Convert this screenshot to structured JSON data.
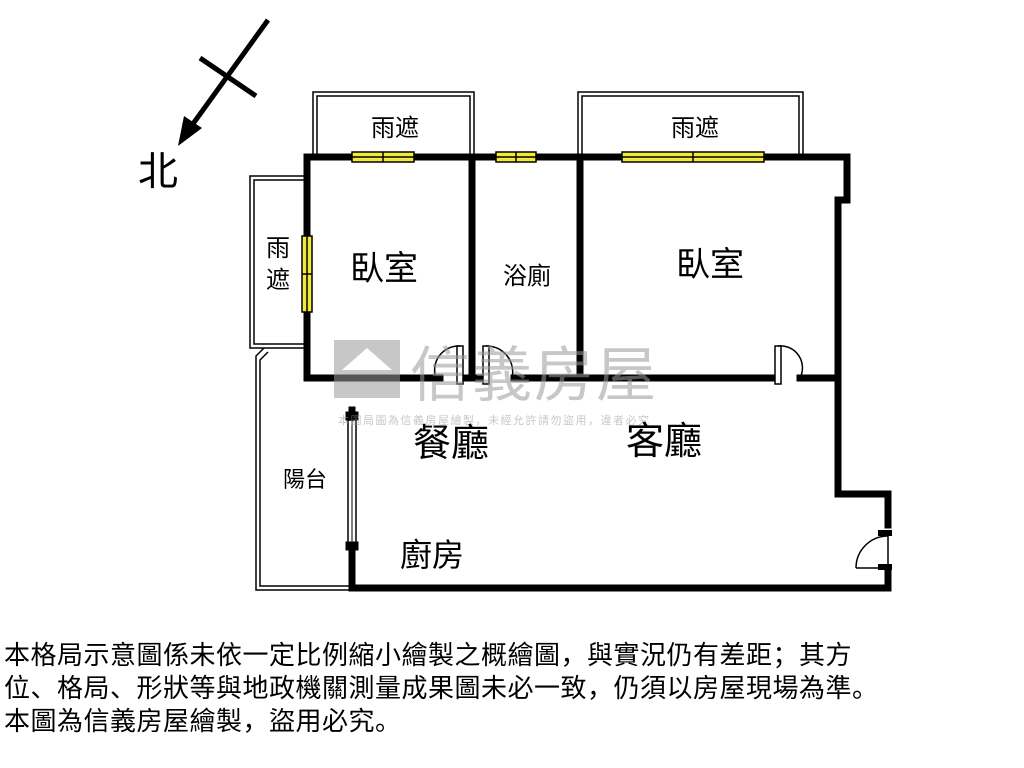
{
  "compass": {
    "label": "北"
  },
  "rooms": {
    "canopy_top_left": "雨遮",
    "canopy_top_right": "雨遮",
    "canopy_left_top": "雨",
    "canopy_left_bottom": "遮",
    "bedroom_left": "臥室",
    "bathroom": "浴廁",
    "bedroom_right": "臥室",
    "dining": "餐廳",
    "living": "客廳",
    "balcony": "陽台",
    "kitchen": "廚房"
  },
  "watermark": {
    "brand": "信義房屋",
    "subtext": "本圖局圖為信義房屋繪製，未經允許請勿盜用，違者必究"
  },
  "disclaimer": {
    "line1": "本格局示意圖係未依一定比例縮小繪製之概繪圖，與實況仍有差距；其方",
    "line2": "位、格局、形狀等與地政機關測量成果圖未必一致，仍須以房屋現場為準。",
    "line3": "本圖為信義房屋繪製，盜用必究。"
  },
  "colors": {
    "wall": "#000000",
    "window_fill": "#f2ea3a",
    "watermark": "#c8c8c8"
  }
}
